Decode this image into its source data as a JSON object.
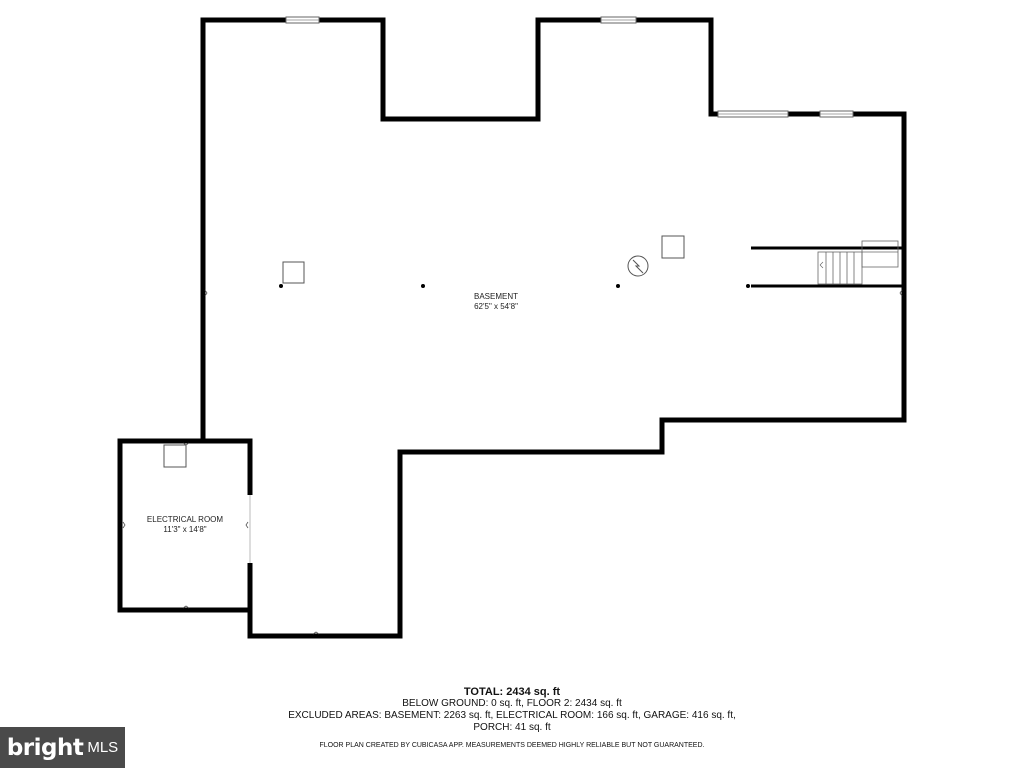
{
  "rooms": {
    "basement": {
      "name": "BASEMENT",
      "dims": "62'5\" x 54'8\""
    },
    "electrical": {
      "name": "ELECTRICAL ROOM",
      "dims": "11'3\" x 14'8\""
    }
  },
  "summary": {
    "total": "TOTAL: 2434 sq. ft",
    "below_ground": "BELOW GROUND: 0 sq. ft, FLOOR 2: 2434 sq. ft",
    "excluded_line1": "EXCLUDED AREAS: BASEMENT: 2263 sq. ft, ELECTRICAL ROOM: 166 sq. ft, GARAGE: 416 sq. ft,",
    "excluded_line2": "PORCH: 41 sq. ft",
    "disclaimer": "FLOOR PLAN CREATED BY CUBICASA APP. MEASUREMENTS DEEMED HIGHLY RELIABLE BUT NOT GUARANTEED."
  },
  "logo": {
    "word": "bright",
    "suffix": "MLS"
  },
  "colors": {
    "wall": "#000000",
    "background": "#ffffff",
    "logo_bg": "#4a4a4a",
    "logo_text": "#ffffff"
  }
}
